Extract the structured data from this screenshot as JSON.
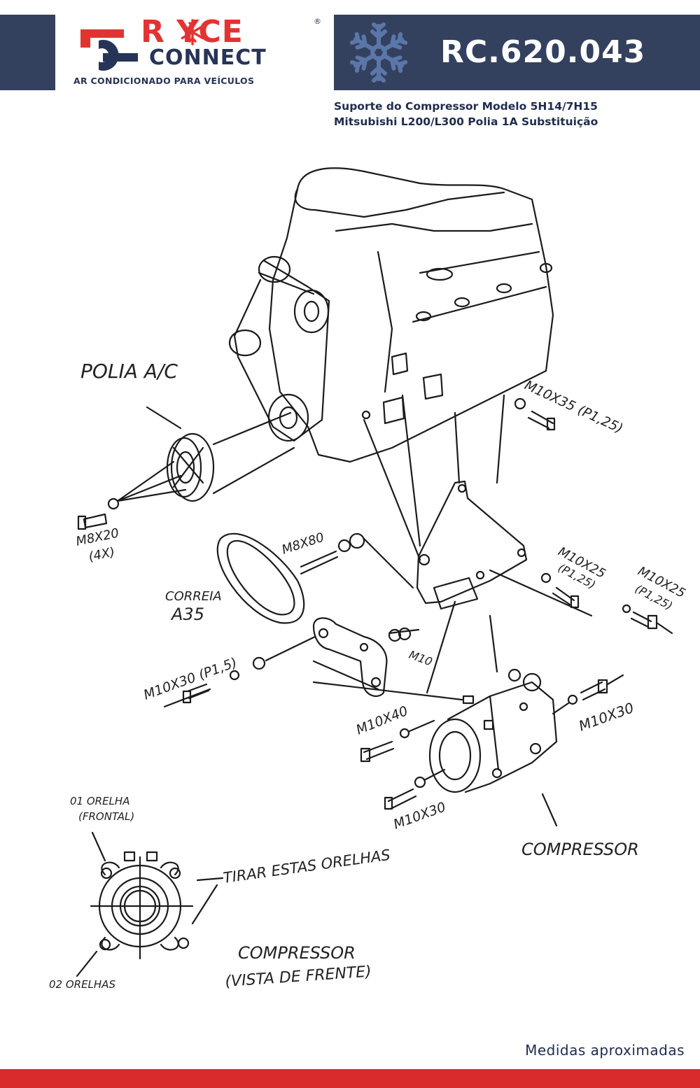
{
  "brand": {
    "name_top": "R  YCE",
    "name_bottom": "CONNECT",
    "registered": "®",
    "tagline": "AR CONDICIONADO PARA VEÍCULOS"
  },
  "product": {
    "code": "RC.620.043",
    "description_line1": "Suporte do Compressor Modelo 5H14/7H15",
    "description_line2": "Mitsubishi L200/L300 Polia 1A Substituição"
  },
  "diagram_labels": {
    "pulley": "POLIA A/C",
    "bolt_m8x20": "M8X20",
    "bolt_m8x20_qty": "(4X)",
    "bolt_m8x80": "M8X80",
    "belt": "CORREIA",
    "belt_size": "A35",
    "bolt_m10x30_p15": "M10X30 (P1,5)",
    "nut_m10": "M10",
    "bolt_m10x35": "M10X35 (P1,25)",
    "bolt_m10x25_a": "M10X25",
    "bolt_m10x25_a_pitch": "(P1,25)",
    "bolt_m10x25_b": "M10X25",
    "bolt_m10x25_b_pitch": "(P1,25)",
    "bolt_m10x40": "M10X40",
    "bolt_m10x30_right": "M10X30",
    "bolt_m10x30_bottom": "M10X30",
    "compressor": "COMPRESSOR",
    "one_ear": "01 ORELHA",
    "front": "(FRONTAL)",
    "remove_ears": "TIRAR ESTAS ORELHAS",
    "compressor_front_view": "COMPRESSOR",
    "front_view": "(VISTA DE FRENTE)",
    "two_ears": "02 ORELHAS"
  },
  "footer": {
    "note": "Medidas aproximadas"
  },
  "colors": {
    "navy": "#33415f",
    "red": "#d92b2b",
    "snowflake": "#5b76a8"
  }
}
